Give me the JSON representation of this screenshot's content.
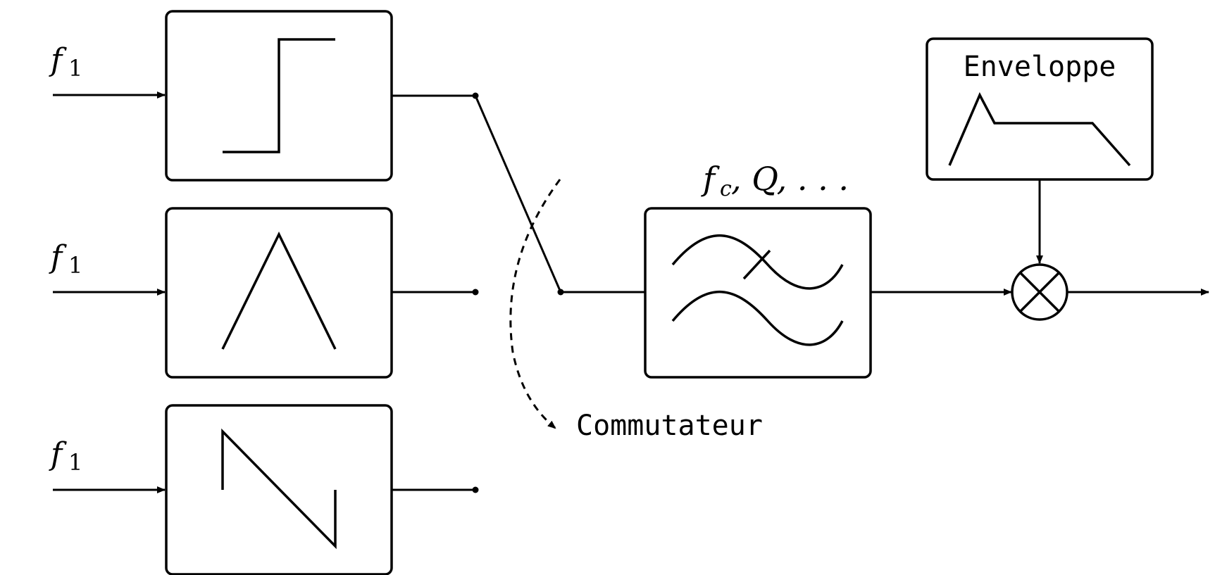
{
  "inputs": [
    {
      "symbol": "f",
      "subscript": "1"
    },
    {
      "symbol": "f",
      "subscript": "1"
    },
    {
      "symbol": "f",
      "subscript": "1"
    }
  ],
  "oscillators": [
    {
      "waveform": "square-wave-icon"
    },
    {
      "waveform": "triangle-wave-icon"
    },
    {
      "waveform": "sawtooth-wave-icon"
    }
  ],
  "switch": {
    "label": "Commutateur"
  },
  "filter": {
    "params": {
      "f": "f",
      "sub": "c",
      "rest": ", Q, . . ."
    },
    "icon": "filter-response-icon"
  },
  "envelope": {
    "label": "Enveloppe",
    "icon": "adsr-envelope-icon"
  },
  "multiplier": {
    "icon": "multiplier-icon"
  },
  "colors": {
    "stroke": "#000000",
    "background": "#ffffff"
  }
}
